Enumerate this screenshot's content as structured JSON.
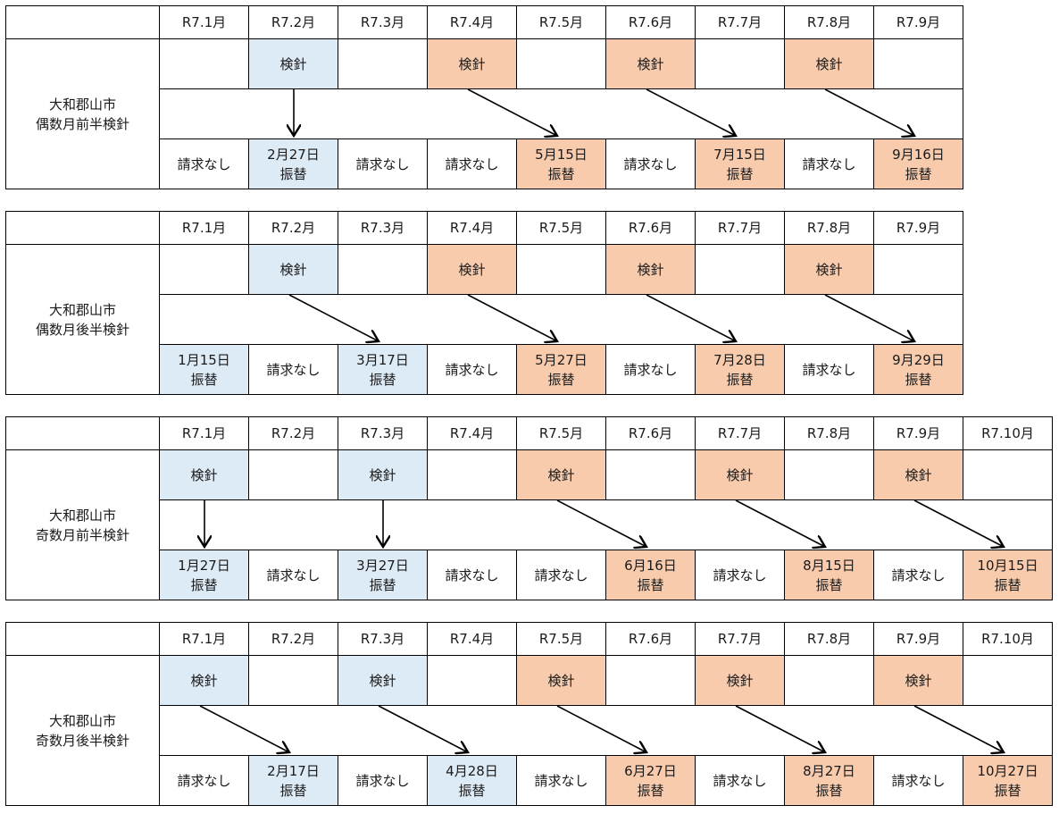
{
  "legend_colors": {
    "first_cycle": "#DDEBF7",
    "second_cycle": "#F8CBAD"
  },
  "schedules": [
    {
      "label_line1": "大和郡山市",
      "label_line2": "偶数月前半検針",
      "months": [
        "R7.1月",
        "R7.2月",
        "R7.3月",
        "R7.4月",
        "R7.5月",
        "R7.6月",
        "R7.7月",
        "R7.8月",
        "R7.9月"
      ],
      "meter": [
        "",
        "検針",
        "",
        "検針",
        "",
        "検針",
        "",
        "検針",
        ""
      ],
      "meter_color": [
        "",
        "blue",
        "",
        "peach",
        "",
        "peach",
        "",
        "peach",
        ""
      ],
      "billing_line1": [
        "請求なし",
        "2月27日",
        "請求なし",
        "請求なし",
        "5月15日",
        "請求なし",
        "7月15日",
        "請求なし",
        "9月16日"
      ],
      "billing_line2": [
        "",
        "振替",
        "",
        "",
        "振替",
        "",
        "振替",
        "",
        "振替"
      ],
      "billing_color": [
        "",
        "blue",
        "",
        "",
        "peach",
        "",
        "peach",
        "",
        "peach"
      ],
      "arrows": [
        [
          1,
          1
        ],
        [
          3,
          4
        ],
        [
          5,
          6
        ],
        [
          7,
          8
        ]
      ]
    },
    {
      "label_line1": "大和郡山市",
      "label_line2": "偶数月後半検針",
      "months": [
        "R7.1月",
        "R7.2月",
        "R7.3月",
        "R7.4月",
        "R7.5月",
        "R7.6月",
        "R7.7月",
        "R7.8月",
        "R7.9月"
      ],
      "meter": [
        "",
        "検針",
        "",
        "検針",
        "",
        "検針",
        "",
        "検針",
        ""
      ],
      "meter_color": [
        "",
        "blue",
        "",
        "peach",
        "",
        "peach",
        "",
        "peach",
        ""
      ],
      "billing_line1": [
        "1月15日",
        "請求なし",
        "3月17日",
        "請求なし",
        "5月27日",
        "請求なし",
        "7月28日",
        "請求なし",
        "9月29日"
      ],
      "billing_line2": [
        "振替",
        "",
        "振替",
        "",
        "振替",
        "",
        "振替",
        "",
        "振替"
      ],
      "billing_color": [
        "blue",
        "",
        "blue",
        "",
        "peach",
        "",
        "peach",
        "",
        "peach"
      ],
      "arrows": [
        [
          1,
          2
        ],
        [
          3,
          4
        ],
        [
          5,
          6
        ],
        [
          7,
          8
        ]
      ]
    },
    {
      "label_line1": "大和郡山市",
      "label_line2": "奇数月前半検針",
      "months": [
        "R7.1月",
        "R7.2月",
        "R7.3月",
        "R7.4月",
        "R7.5月",
        "R7.6月",
        "R7.7月",
        "R7.8月",
        "R7.9月",
        "R7.10月"
      ],
      "meter": [
        "検針",
        "",
        "検針",
        "",
        "検針",
        "",
        "検針",
        "",
        "検針",
        ""
      ],
      "meter_color": [
        "blue",
        "",
        "blue",
        "",
        "peach",
        "",
        "peach",
        "",
        "peach",
        ""
      ],
      "billing_line1": [
        "1月27日",
        "請求なし",
        "3月27日",
        "請求なし",
        "請求なし",
        "6月16日",
        "請求なし",
        "8月15日",
        "請求なし",
        "10月15日"
      ],
      "billing_line2": [
        "振替",
        "",
        "振替",
        "",
        "",
        "振替",
        "",
        "振替",
        "",
        "振替"
      ],
      "billing_color": [
        "blue",
        "",
        "blue",
        "",
        "",
        "peach",
        "",
        "peach",
        "",
        "peach"
      ],
      "arrows": [
        [
          0,
          0
        ],
        [
          2,
          2
        ],
        [
          4,
          5
        ],
        [
          6,
          7
        ],
        [
          8,
          9
        ]
      ]
    },
    {
      "label_line1": "大和郡山市",
      "label_line2": "奇数月後半検針",
      "months": [
        "R7.1月",
        "R7.2月",
        "R7.3月",
        "R7.4月",
        "R7.5月",
        "R7.6月",
        "R7.7月",
        "R7.8月",
        "R7.9月",
        "R7.10月"
      ],
      "meter": [
        "検針",
        "",
        "検針",
        "",
        "検針",
        "",
        "検針",
        "",
        "検針",
        ""
      ],
      "meter_color": [
        "blue",
        "",
        "blue",
        "",
        "peach",
        "",
        "peach",
        "",
        "peach",
        ""
      ],
      "billing_line1": [
        "請求なし",
        "2月17日",
        "請求なし",
        "4月28日",
        "請求なし",
        "6月27日",
        "請求なし",
        "8月27日",
        "請求なし",
        "10月27日"
      ],
      "billing_line2": [
        "",
        "振替",
        "",
        "振替",
        "",
        "振替",
        "",
        "振替",
        "",
        "振替"
      ],
      "billing_color": [
        "",
        "blue",
        "",
        "blue",
        "",
        "peach",
        "",
        "peach",
        "",
        "peach"
      ],
      "arrows": [
        [
          0,
          1
        ],
        [
          2,
          3
        ],
        [
          4,
          5
        ],
        [
          6,
          7
        ],
        [
          8,
          9
        ]
      ]
    }
  ]
}
